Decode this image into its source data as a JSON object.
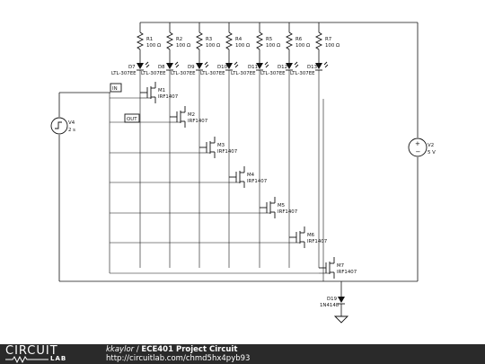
{
  "footer": {
    "logo_top": "CIRCUIT",
    "logo_bottom": "LAB",
    "user": "kkaylor",
    "separator": " / ",
    "project_title": "ECE401 Project Circuit",
    "url": "http://circuitlab.com/chmd5hx4pyb93"
  },
  "resistors": [
    {
      "name": "R1",
      "value": "100 Ω"
    },
    {
      "name": "R2",
      "value": "100 Ω"
    },
    {
      "name": "R3",
      "value": "100 Ω"
    },
    {
      "name": "R4",
      "value": "100 Ω"
    },
    {
      "name": "R5",
      "value": "100 Ω"
    },
    {
      "name": "R6",
      "value": "100 Ω"
    },
    {
      "name": "R7",
      "value": "100 Ω"
    }
  ],
  "leds": [
    {
      "name": "D7",
      "value": "LTL-307EE"
    },
    {
      "name": "D8",
      "value": "LTL-307EE"
    },
    {
      "name": "D9",
      "value": "LTL-307EE"
    },
    {
      "name": "D10",
      "value": "LTL-307EE"
    },
    {
      "name": "D11",
      "value": "LTL-307EE"
    },
    {
      "name": "D12",
      "value": "LTL-307EE"
    },
    {
      "name": "D13",
      "value": "LTL-307EE"
    }
  ],
  "mosfets": [
    {
      "name": "M1",
      "value": "IRF1407"
    },
    {
      "name": "M2",
      "value": "IRF1407"
    },
    {
      "name": "M3",
      "value": "IRF1407"
    },
    {
      "name": "M4",
      "value": "IRF1407"
    },
    {
      "name": "M5",
      "value": "IRF1407"
    },
    {
      "name": "M6",
      "value": "IRF1407"
    },
    {
      "name": "M7",
      "value": "IRF1407"
    }
  ],
  "sources": {
    "v4": {
      "name": "V4",
      "value": "2 s"
    },
    "v2": {
      "name": "V2",
      "value": "5 V"
    }
  },
  "diode": {
    "name": "D19",
    "value": "1N4148"
  },
  "ports": {
    "in": "IN",
    "out": "OUT"
  }
}
